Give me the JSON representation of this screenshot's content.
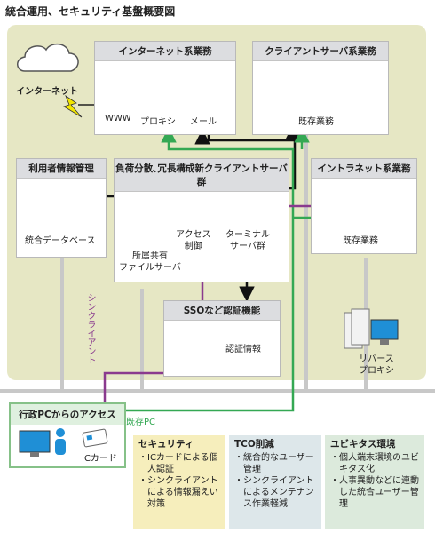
{
  "title": "統合運用、セキュリティ基盤概要図",
  "internet_cloud_label": "インターネット",
  "internet_group": {
    "title": "インターネット系業務",
    "servers": [
      "WWW",
      "プロキシ",
      "メール"
    ]
  },
  "client_server_group": {
    "title": "クライアントサーバ系業務",
    "caption": "既存業務"
  },
  "user_info": {
    "title": "利用者情報管理",
    "caption": "統合データベース"
  },
  "lb_group": {
    "title": "負荷分散､冗長構成新クライアントサーバ群",
    "file_server": "所属共有\nファイルサーバ",
    "access_control": "アクセス\n制御",
    "terminal_servers": "ターミナル\nサーバ群"
  },
  "intranet_group": {
    "title": "イントラネット系業務",
    "caption": "既存業務"
  },
  "sso": {
    "title": "SSOなど認証機能",
    "caption": "認証情報"
  },
  "reverse_proxy": "リバース\nプロキシ",
  "thin_client_label": "シンクライアント",
  "admin_pc": {
    "title": "行政PCからのアクセス",
    "existing_pc": "既存PC",
    "ic_card": "ICカード"
  },
  "notes": [
    {
      "title": "セキュリティ",
      "items": [
        "ICカードによる個人認証",
        "シンクライアントによる情報漏えい対策"
      ],
      "color": "#f6eebc"
    },
    {
      "title": "TCO削減",
      "items": [
        "統合的なユーザー管理",
        "シンクライアントによるメンテナンス作業軽減"
      ],
      "color": "#dde7ea"
    },
    {
      "title": "ユビキタス環境",
      "items": [
        "個人端末環境のユビキタス化",
        "人事異動などに連動した統合ユーザー管理"
      ],
      "color": "#dceadc"
    }
  ],
  "colors": {
    "green_line": "#34a853",
    "purple_line": "#8a3a8e",
    "black_line": "#111111",
    "db_blue": "#1f6fb2",
    "pc_blue": "#1f8fd6"
  }
}
